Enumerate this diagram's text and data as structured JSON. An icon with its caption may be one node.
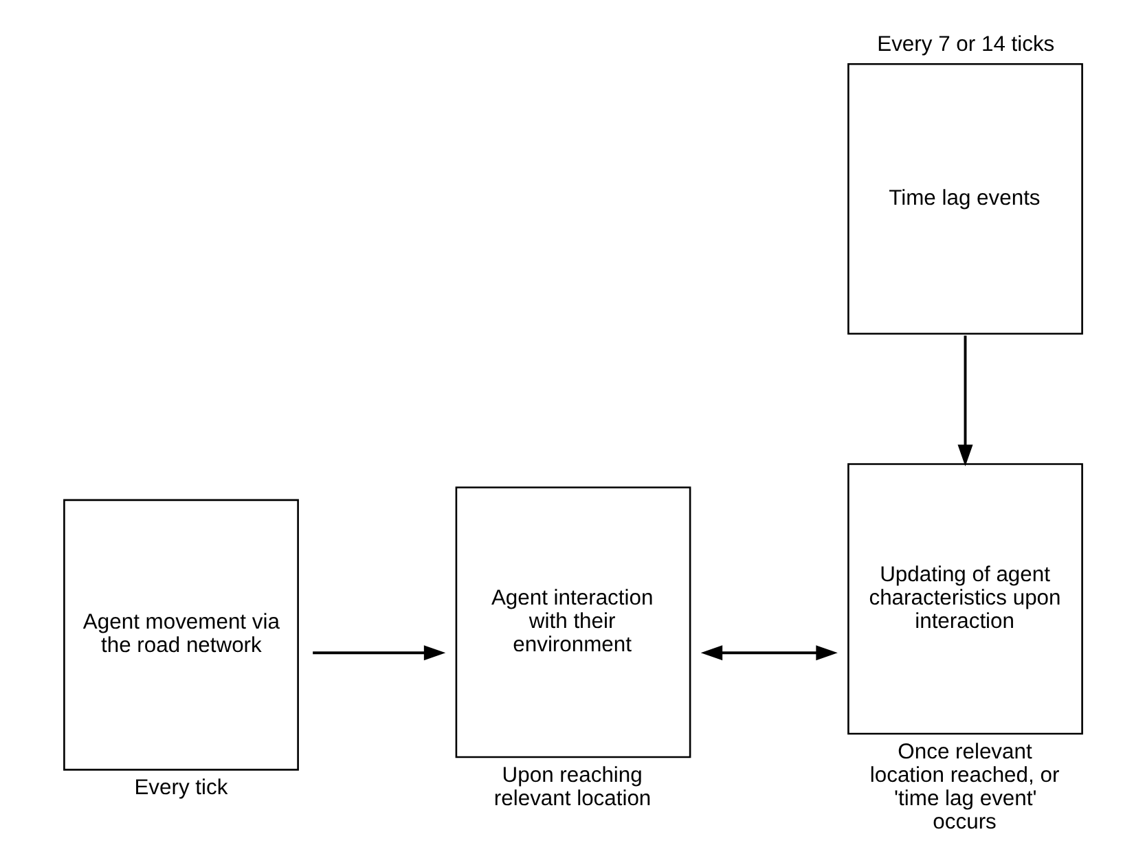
{
  "diagram": {
    "nodes": [
      {
        "text": [
          "Time lag events"
        ],
        "beside": [
          "Every 7 or 14 ticks"
        ]
      },
      {
        "text": [
          "Agent movement via the road network"
        ],
        "beside": [
          "Every tick"
        ]
      },
      {
        "text": [
          "Agent interaction with their environment"
        ],
        "beside": [
          "Upon reaching relevant location"
        ]
      },
      {
        "text": [
          "Updating of agent characteristics upon interaction"
        ],
        "beside": [
          "Once relevant location reached, or 'time lag event' occurs"
        ]
      }
    ],
    "edges": [
      {
        "from": 1,
        "to": 2,
        "arrow": "to"
      },
      {
        "from": 2,
        "to": 3,
        "arrow": "both"
      },
      {
        "from": 0,
        "to": 3,
        "arrow": "to"
      }
    ]
  }
}
